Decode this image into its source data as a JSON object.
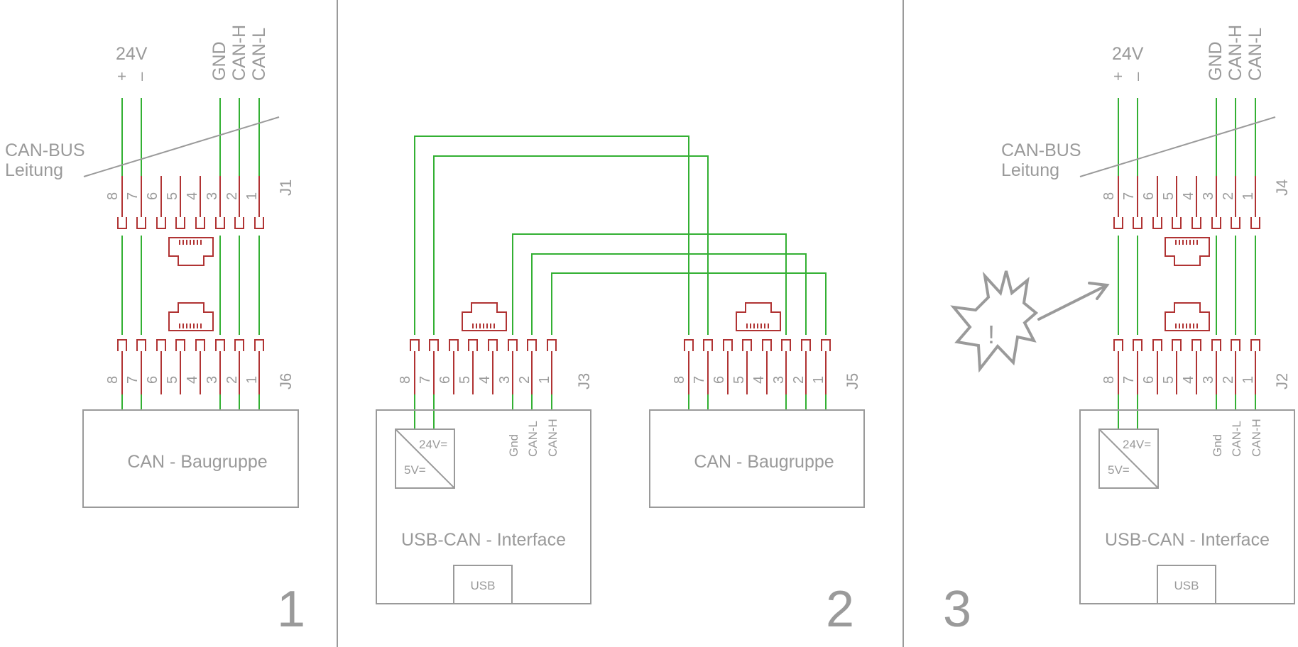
{
  "colors": {
    "wire": "#33b033",
    "pin": "#b03333",
    "gray": "#9a9a9a",
    "background": "#ffffff"
  },
  "icons": {
    "connector": "rj45-jack-icon",
    "converter": "dc-dc-converter-icon",
    "fault": "spark-burst-icon",
    "pointer": "arrow-icon"
  },
  "pin_numbers": [
    "8",
    "7",
    "6",
    "5",
    "4",
    "3",
    "2",
    "1"
  ],
  "panel1": {
    "number": "1",
    "supply": {
      "voltage": "24V",
      "plus": "+",
      "minus": "–"
    },
    "bus_signals": [
      "GND",
      "CAN-H",
      "CAN-L"
    ],
    "cable_label": [
      "CAN-BUS",
      "Leitung"
    ],
    "top_connector": "J1",
    "bottom_connector": "J6",
    "module": "CAN - Baugruppe"
  },
  "panel2": {
    "number": "2",
    "left_connector": "J3",
    "right_connector": "J5",
    "interface": {
      "title": "USB-CAN - Interface",
      "usb": "USB",
      "converter_in": "24V=",
      "converter_out": "5V=",
      "signals": [
        "Gnd",
        "CAN-L",
        "CAN-H"
      ]
    },
    "module": "CAN - Baugruppe"
  },
  "panel3": {
    "number": "3",
    "supply": {
      "voltage": "24V",
      "plus": "+",
      "minus": "–"
    },
    "bus_signals": [
      "GND",
      "CAN-H",
      "CAN-L"
    ],
    "cable_label": [
      "CAN-BUS",
      "Leitung"
    ],
    "top_connector": "J4",
    "bottom_connector": "J2",
    "fault_mark": "!",
    "interface": {
      "title": "USB-CAN - Interface",
      "usb": "USB",
      "converter_in": "24V=",
      "converter_out": "5V=",
      "signals": [
        "Gnd",
        "CAN-L",
        "CAN-H"
      ]
    }
  }
}
